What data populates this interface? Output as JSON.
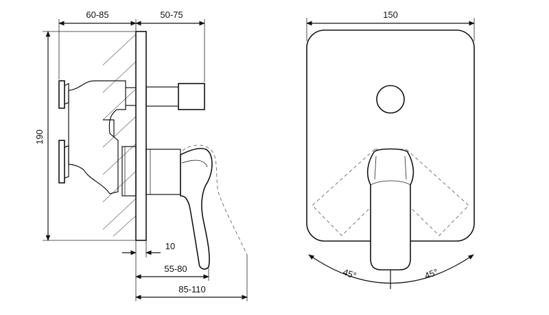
{
  "drawing": {
    "side_view": {
      "dim_top_left": "60-85",
      "dim_top_right": "50-75",
      "dim_height": "190",
      "dim_10": "10",
      "dim_55_80": "55-80",
      "dim_85_110": "85-110"
    },
    "front_view": {
      "dim_width": "150",
      "angle_left": "45°",
      "angle_right": "45°"
    }
  }
}
